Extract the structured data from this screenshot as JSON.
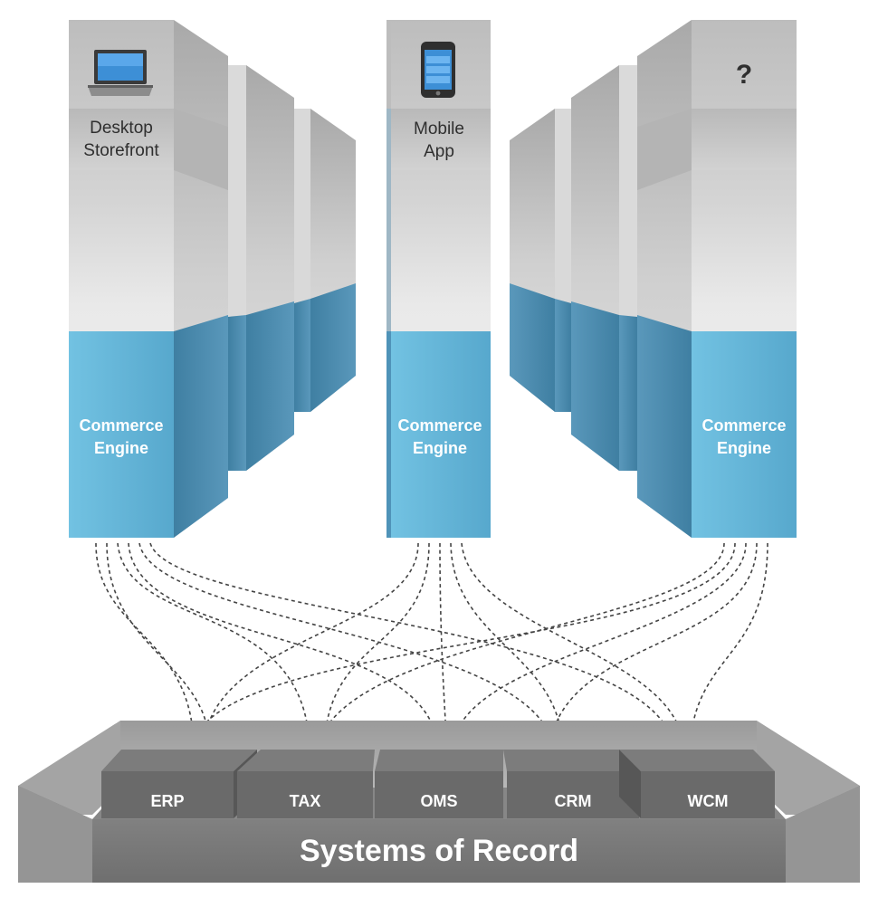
{
  "columns": {
    "left": {
      "channel_lines": [
        "Desktop",
        "Storefront"
      ],
      "engine_lines": [
        "Commerce",
        "Engine"
      ],
      "icon": "laptop-icon"
    },
    "center": {
      "channel_lines": [
        "Mobile",
        "App"
      ],
      "engine_lines": [
        "Commerce",
        "Engine"
      ],
      "icon": "smartphone-icon"
    },
    "right": {
      "channel_lines": [
        "?"
      ],
      "engine_lines": [
        "Commerce",
        "Engine"
      ],
      "icon": "question-mark-icon"
    }
  },
  "systems": {
    "title": "Systems of Record",
    "boxes": [
      "ERP",
      "TAX",
      "OMS",
      "CRM",
      "WCM"
    ]
  },
  "colors": {
    "engine_blue": "#5ba8cc",
    "engine_blue_dark": "#3f7ea0",
    "panel_gray": "#c8c8c8",
    "platform_gray": "#8e8e8e",
    "box_gray": "#6a6a6a"
  }
}
